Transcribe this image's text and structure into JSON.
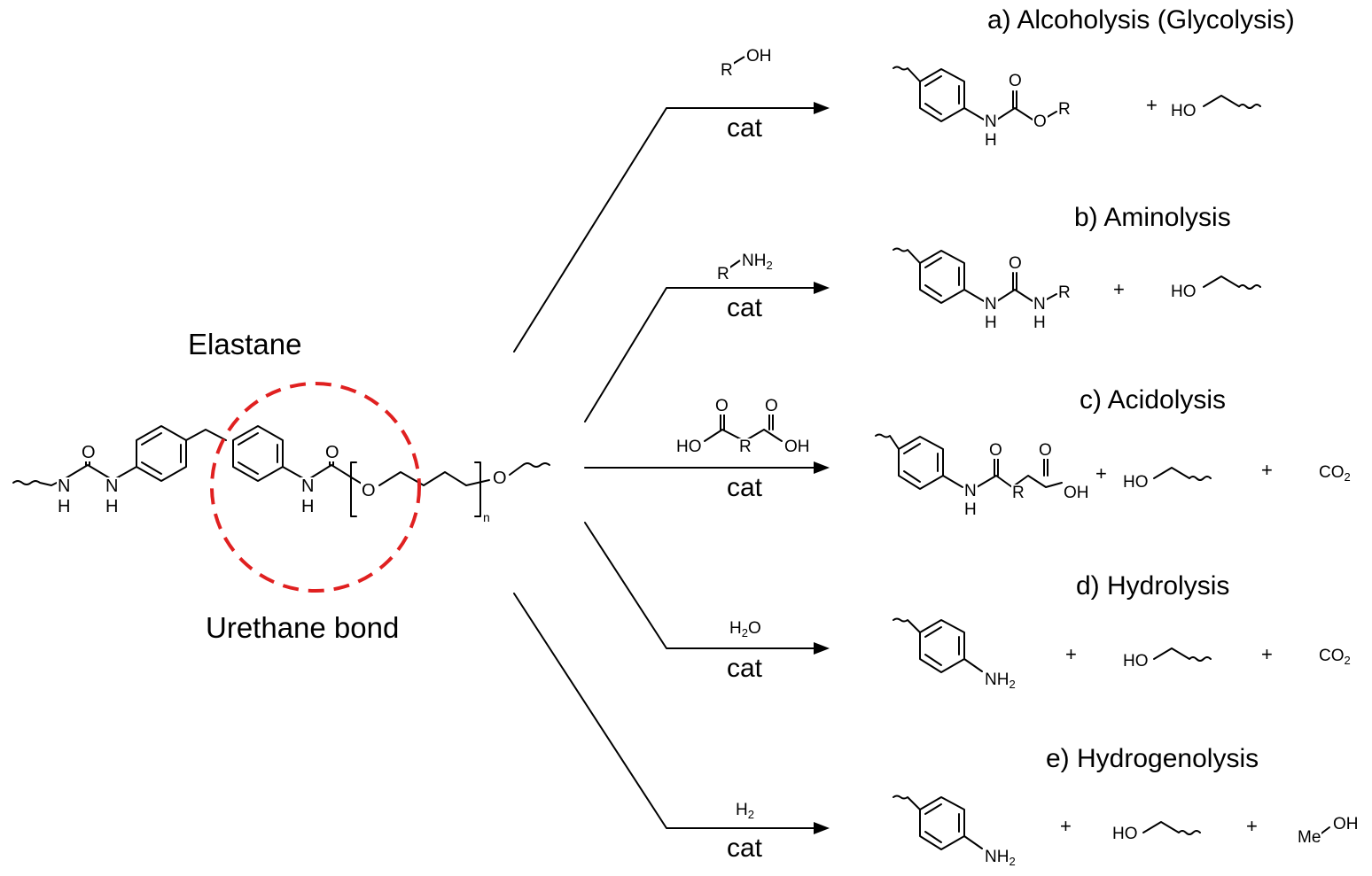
{
  "reactant": {
    "name": "Elastane",
    "highlight_label": "Urethane bond",
    "highlight_color": "#e02020",
    "atoms": {
      "nh1": "N",
      "h1": "H",
      "o1": "O",
      "nh2": "N",
      "h2": "H",
      "nh3": "N",
      "h3": "H",
      "o2": "O",
      "o3": "O",
      "n_sub": "n",
      "o4": "O"
    }
  },
  "reactions": [
    {
      "title": "a) Alcoholysis (Glycolysis)",
      "reagent": "R–OH",
      "catalyst": "cat",
      "product_atoms": {
        "o_carbonyl": "O",
        "n": "N",
        "h": "H",
        "o_ester": "O",
        "r": "R"
      },
      "plus": "+",
      "coproduct": "HO"
    },
    {
      "title": "b) Aminolysis",
      "reagent": "R–NH2",
      "catalyst": "cat",
      "product_atoms": {
        "o_carbonyl": "O",
        "n1": "N",
        "h1": "H",
        "n2": "N",
        "h2": "H",
        "r": "R"
      },
      "plus": "+",
      "coproduct": "HO"
    },
    {
      "title": "c) Acidolysis",
      "reagent_atoms": {
        "o1": "O",
        "o2": "O",
        "ho": "HO",
        "r": "R",
        "oh": "OH"
      },
      "catalyst": "cat",
      "product_atoms": {
        "o1": "O",
        "o2": "O",
        "n": "N",
        "h": "H",
        "r": "R",
        "oh": "OH"
      },
      "plus": "+",
      "coproduct": "HO",
      "coproduct2": "CO2"
    },
    {
      "title": "d) Hydrolysis",
      "reagent": "H2O",
      "catalyst": "cat",
      "product": "NH2",
      "plus": "+",
      "coproduct": "HO",
      "coproduct2": "CO2"
    },
    {
      "title": "e) Hydrogenolysis",
      "reagent": "H2",
      "catalyst": "cat",
      "product": "NH2",
      "plus": "+",
      "coproduct": "HO",
      "coproduct2": "Me–OH"
    }
  ]
}
